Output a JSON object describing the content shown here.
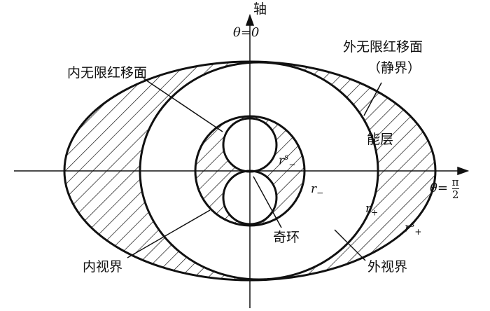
{
  "labels": {
    "axis": "轴",
    "theta_zero": "θ=0",
    "inner_infinite_redshift": "内无限红移面",
    "outer_infinite_redshift": "外无限红移面",
    "static_limit": "（静界）",
    "ergosphere": "能层",
    "r_minus_s": "r",
    "r_minus_s_sup": "s",
    "r_minus_s_sub": "−",
    "r_minus": "r",
    "r_minus_sub": "−",
    "theta_half_pi": "θ=",
    "pi": "π",
    "two": "2",
    "r_plus": "r",
    "r_plus_sub": "+",
    "r_plus_s": "r",
    "r_plus_s_sup": "s",
    "r_plus_s_sub": "+",
    "singular_ring": "奇环",
    "inner_horizon": "内视界",
    "outer_horizon": "外视界"
  },
  "colors": {
    "ink": "#111111",
    "background": "#ffffff"
  }
}
